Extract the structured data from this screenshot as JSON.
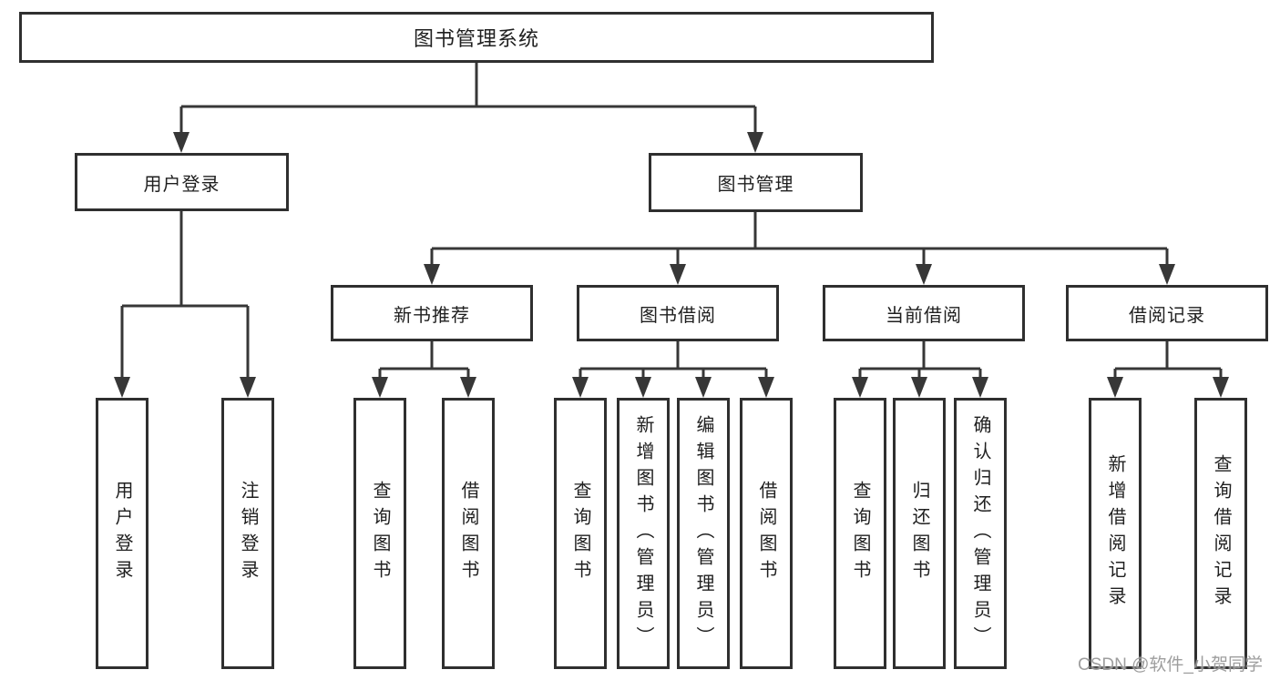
{
  "diagram_title": "图书管理系统",
  "colors": {
    "background": "#ffffff",
    "line": "#373737",
    "box_border": "#2f2f2f",
    "text": "#1f1f1f",
    "watermark": "#949494"
  },
  "watermark": {
    "text": "CSDN @软件_小贺同学"
  },
  "tree": {
    "root": {
      "label": "图书管理系统"
    },
    "children": [
      {
        "label": "用户登录",
        "children": [
          {
            "label": "用户登录"
          },
          {
            "label": "注销登录"
          }
        ]
      },
      {
        "label": "图书管理",
        "children": [
          {
            "label": "新书推荐",
            "children": [
              {
                "label": "查询图书"
              },
              {
                "label": "借阅图书"
              }
            ]
          },
          {
            "label": "图书借阅",
            "children": [
              {
                "label": "查询图书"
              },
              {
                "label": "新增图书（管理员）"
              },
              {
                "label": "编辑图书（管理员）"
              },
              {
                "label": "借阅图书"
              }
            ]
          },
          {
            "label": "当前借阅",
            "children": [
              {
                "label": "查询图书"
              },
              {
                "label": "归还图书"
              },
              {
                "label": "确认归还（管理员）"
              }
            ]
          },
          {
            "label": "借阅记录",
            "children": [
              {
                "label": "新增借阅记录"
              },
              {
                "label": "查询借阅记录"
              }
            ]
          }
        ]
      }
    ]
  }
}
